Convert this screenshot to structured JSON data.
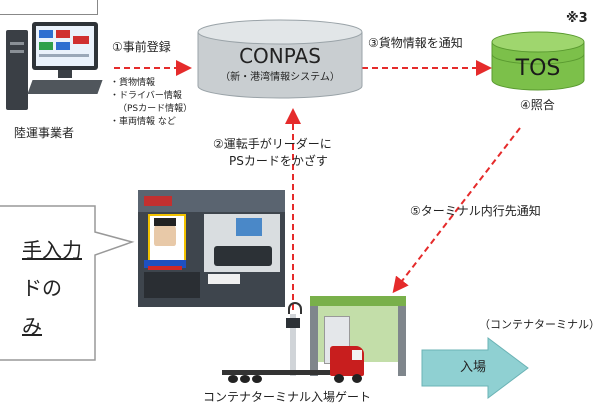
{
  "colors": {
    "arrow_red": "#e52b2b",
    "db_gray": "#c9ced1",
    "tos_green": "#7cc04a",
    "gate_green": "#79b04a",
    "enter_arrow": "#8fd0d2",
    "truck_red": "#c81e1e"
  },
  "icons": [
    "computer-icon",
    "card-reader-photo",
    "gate-icon",
    "truck-icon"
  ],
  "operator": {
    "label": "陸運事業者",
    "info_lines": [
      "・貨物情報",
      "・ドライバー情報",
      "（PSカード情報）",
      "・車両情報 など"
    ]
  },
  "steps": {
    "s1": "①事前登録",
    "s2_line1": "②運転手がリーダーに",
    "s2_line2": "PSカードをかざす",
    "s3": "③貨物情報を通知",
    "s4": "④照合",
    "s5": "⑤ターミナル内行先通知"
  },
  "conpas": {
    "title": "CONPAS",
    "subtitle": "（新・港湾情報システム）"
  },
  "tos": {
    "title": "TOS",
    "note": "※3"
  },
  "callout": {
    "lines": [
      "手入力",
      "ドの",
      "み"
    ]
  },
  "terminal": {
    "label": "（コンテナターミナル）",
    "enter": "入場",
    "gate_label": "コンテナターミナル入場ゲート"
  }
}
